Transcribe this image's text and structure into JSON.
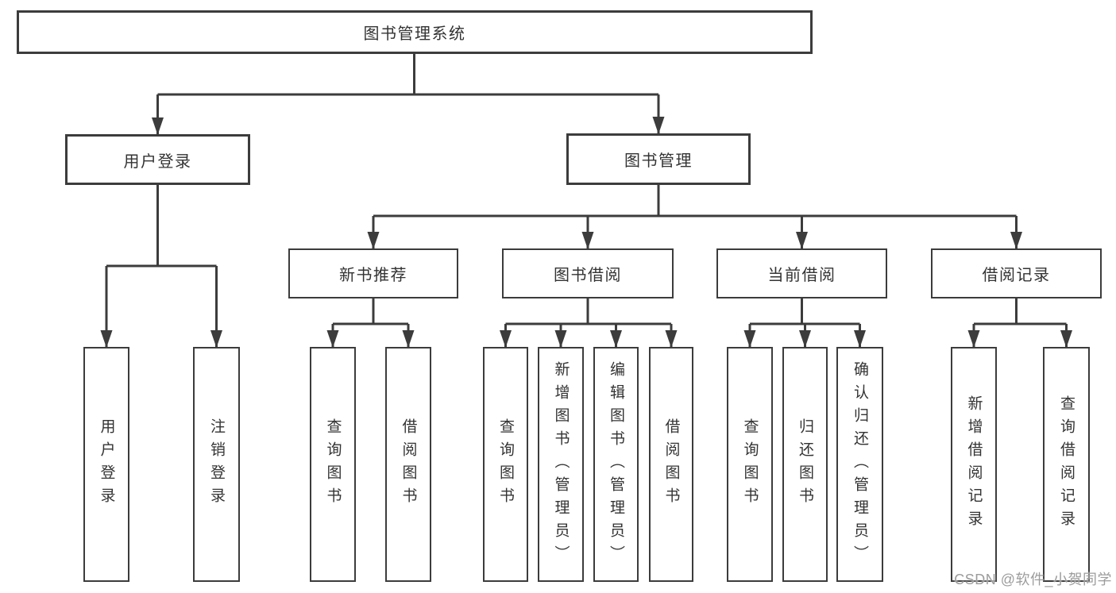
{
  "diagram": {
    "root": "图书管理系统",
    "level1": [
      "用户登录",
      "图书管理"
    ],
    "level2": [
      "新书推荐",
      "图书借阅",
      "当前借阅",
      "借阅记录"
    ],
    "groups": [
      {
        "parent": "用户登录",
        "children": [
          "用户登录",
          "注销登录"
        ]
      },
      {
        "parent": "新书推荐",
        "children": [
          "查询图书",
          "借阅图书"
        ]
      },
      {
        "parent": "图书借阅",
        "children": [
          "查询图书",
          "新增图书（管理员）",
          "编辑图书（管理员）",
          "借阅图书"
        ]
      },
      {
        "parent": "当前借阅",
        "children": [
          "查询图书",
          "归还图书",
          "确认归还（管理员）"
        ]
      },
      {
        "parent": "借阅记录",
        "children": [
          "新增借阅记录",
          "查询借阅记录"
        ]
      }
    ]
  },
  "watermark": {
    "text": "CSDN @软件_小贺同学"
  },
  "colors": {
    "line": "#3c3c3c",
    "box_border": "#3c3c3c",
    "text": "#333333",
    "background": "#ffffff",
    "watermark": "#9c9c9c"
  }
}
